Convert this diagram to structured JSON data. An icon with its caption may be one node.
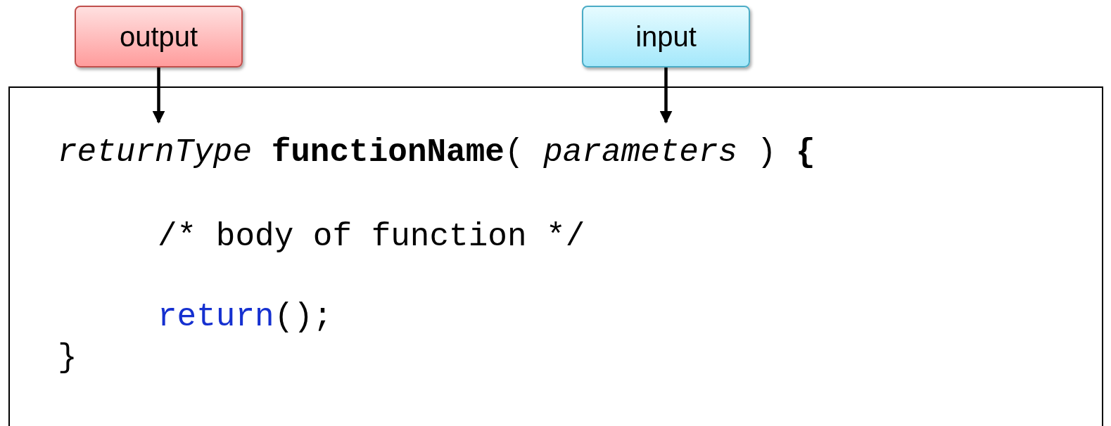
{
  "diagram": {
    "nodes": [
      {
        "text": [
          "output"
        ]
      },
      {
        "text": [
          "input"
        ]
      },
      {
        "text": [
          "*returnType* **functionName**( *parameters* ) **{**",
          "/* body of function */",
          "return();",
          "}"
        ]
      }
    ],
    "edges": [
      {
        "from": 0,
        "to": 2,
        "arrow": "to"
      },
      {
        "from": 1,
        "to": 2,
        "arrow": "to"
      }
    ]
  }
}
